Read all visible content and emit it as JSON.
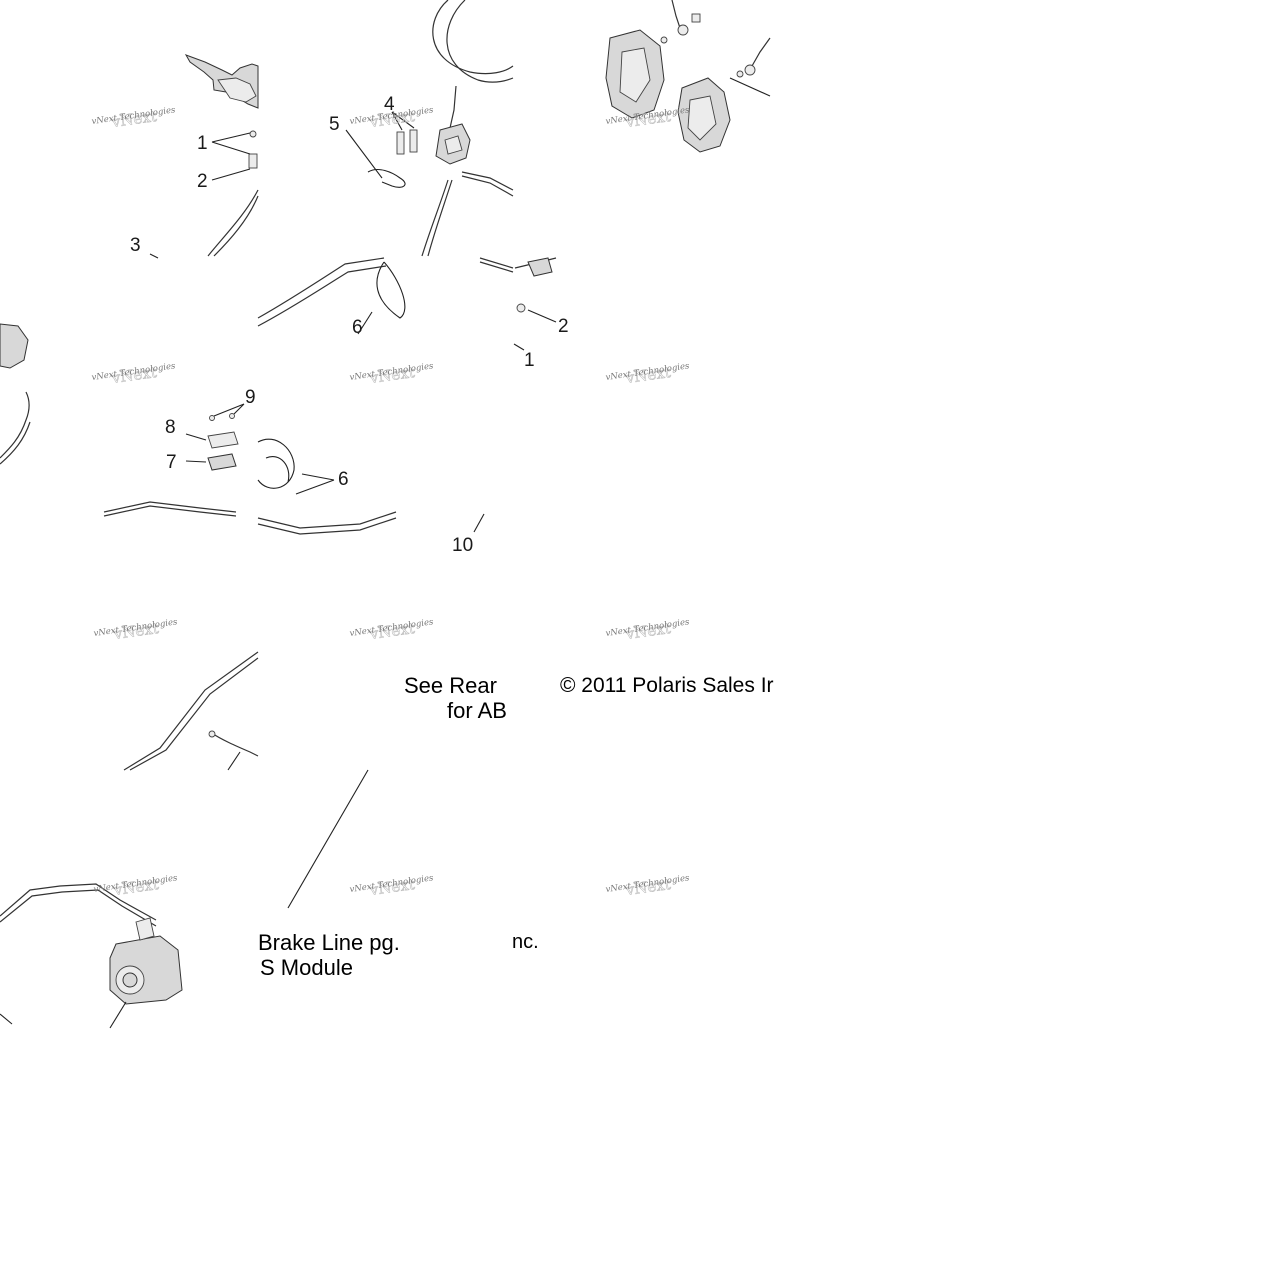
{
  "diagram": {
    "callouts": [
      {
        "id": "c1a",
        "label": "1"
      },
      {
        "id": "c2a",
        "label": "2"
      },
      {
        "id": "c3",
        "label": "3"
      },
      {
        "id": "c4",
        "label": "4"
      },
      {
        "id": "c5",
        "label": "5"
      },
      {
        "id": "c6a",
        "label": "6"
      },
      {
        "id": "c2b",
        "label": "2"
      },
      {
        "id": "c1b",
        "label": "1"
      },
      {
        "id": "c9",
        "label": "9"
      },
      {
        "id": "c8",
        "label": "8"
      },
      {
        "id": "c7",
        "label": "7"
      },
      {
        "id": "c6b",
        "label": "6"
      },
      {
        "id": "c10",
        "label": "10"
      }
    ],
    "notes": {
      "see_rear_line1": "See Rear",
      "see_rear_line2": "for AB",
      "copyright_1": "© 2011 Polaris Sales Ir",
      "brake_line_1": "Brake Line pg.",
      "brake_line_2": "S Module",
      "copyright_2": "nc."
    },
    "watermark": {
      "text": "vNext Technologies",
      "big_text": "vNext"
    }
  }
}
